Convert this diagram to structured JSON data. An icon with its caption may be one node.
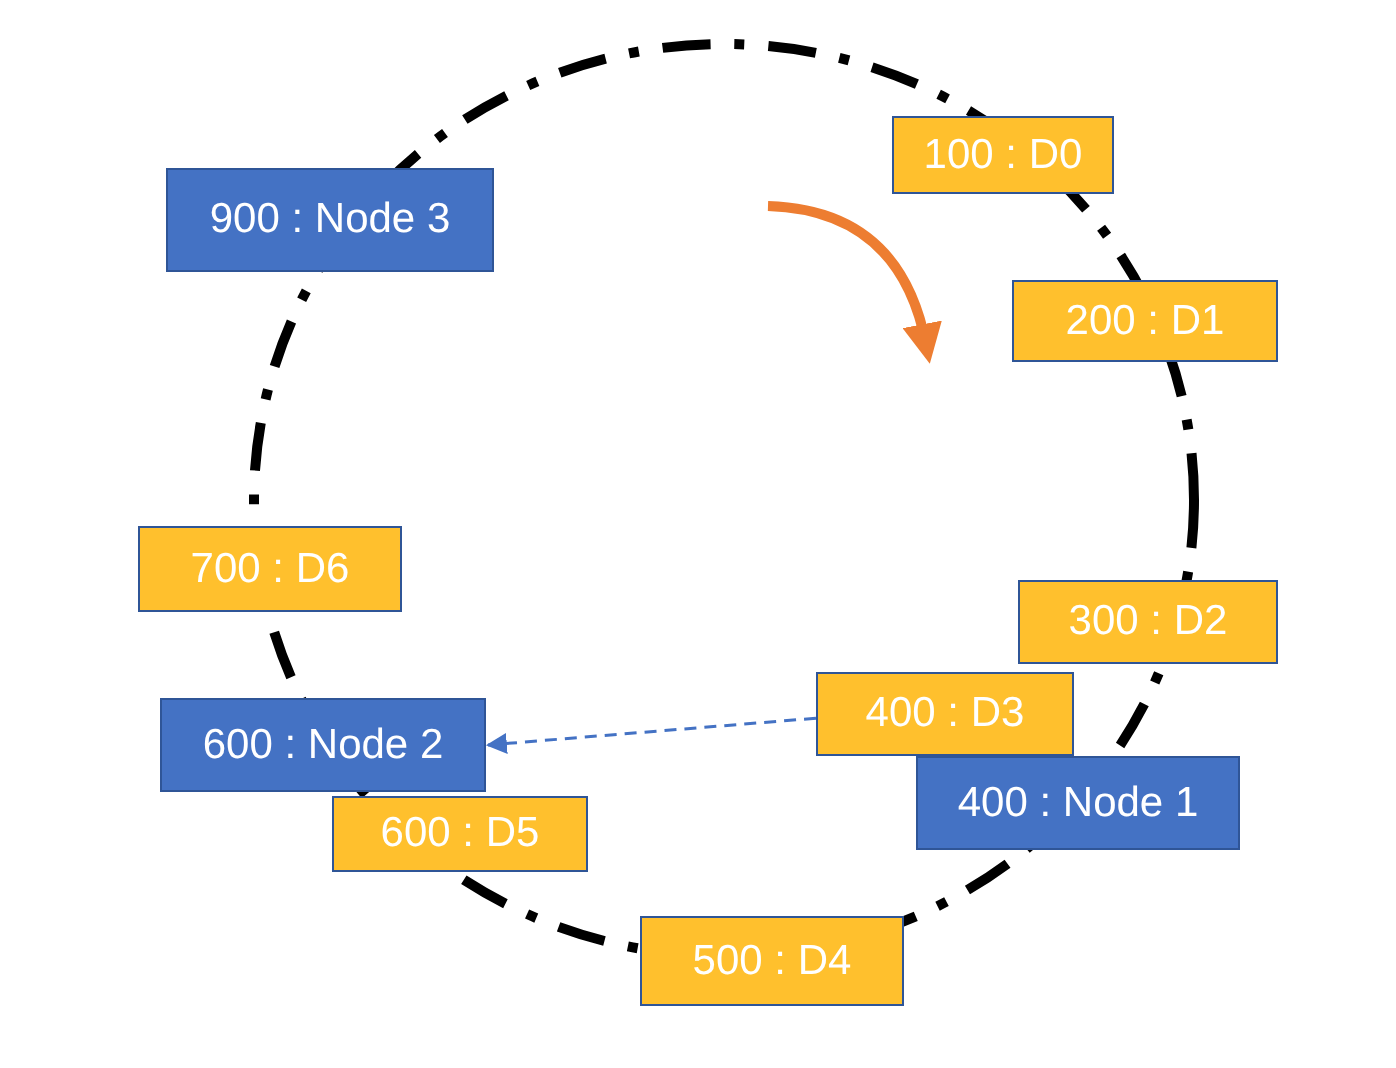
{
  "diagram": {
    "nodes": [
      {
        "text": [
          "100 : D0"
        ]
      },
      {
        "text": [
          "200 : D1"
        ]
      },
      {
        "text": [
          "300 : D2"
        ]
      },
      {
        "text": [
          "400 : D3"
        ]
      },
      {
        "text": [
          "400 : Node 1"
        ]
      },
      {
        "text": [
          "500 : D4"
        ]
      },
      {
        "text": [
          "600 : D5"
        ]
      },
      {
        "text": [
          "600 : Node 2"
        ]
      },
      {
        "text": [
          "700 : D6"
        ]
      },
      {
        "text": [
          "900 : Node 3"
        ]
      }
    ],
    "edges": [
      {
        "from": 3,
        "to": 7,
        "arrow": "to",
        "style": "dashed"
      }
    ]
  }
}
